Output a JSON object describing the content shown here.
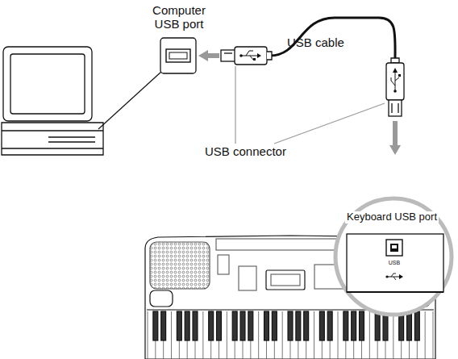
{
  "diagram": {
    "labels": [
      "Computer USB port",
      "USB cable",
      "USB connector",
      "Keyboard USB port",
      "USB"
    ]
  }
}
